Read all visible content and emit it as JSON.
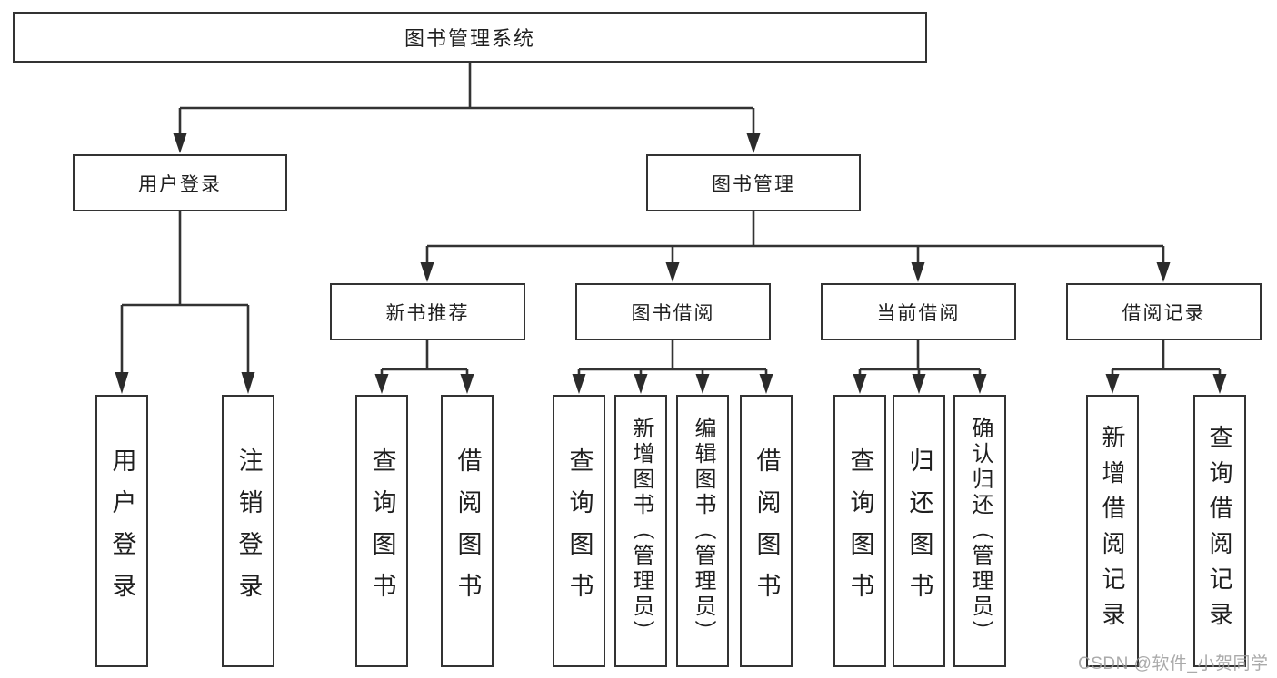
{
  "diagram": {
    "root": {
      "label": "图书管理系统"
    },
    "level2": [
      {
        "label": "用户登录"
      },
      {
        "label": "图书管理"
      }
    ],
    "level3": [
      {
        "label": "新书推荐"
      },
      {
        "label": "图书借阅"
      },
      {
        "label": "当前借阅"
      },
      {
        "label": "借阅记录"
      }
    ],
    "leaves": {
      "user_login": [
        "用户登录",
        "注销登录"
      ],
      "new_book": [
        "查询图书",
        "借阅图书"
      ],
      "book_borrow": [
        "查询图书",
        "新增图书（管理员）",
        "编辑图书（管理员）",
        "借阅图书"
      ],
      "current_borrow": [
        "查询图书",
        "归还图书",
        "确认归还（管理员）"
      ],
      "borrow_record": [
        "新增借阅记录",
        "查询借阅记录"
      ]
    },
    "watermark": "CSDN @软件_小贺同学",
    "colors": {
      "line": "#333333",
      "arrow": "#2b2b2b",
      "text": "#1f1f1f",
      "watermark": "#9b9b9b",
      "background": "#ffffff"
    }
  }
}
